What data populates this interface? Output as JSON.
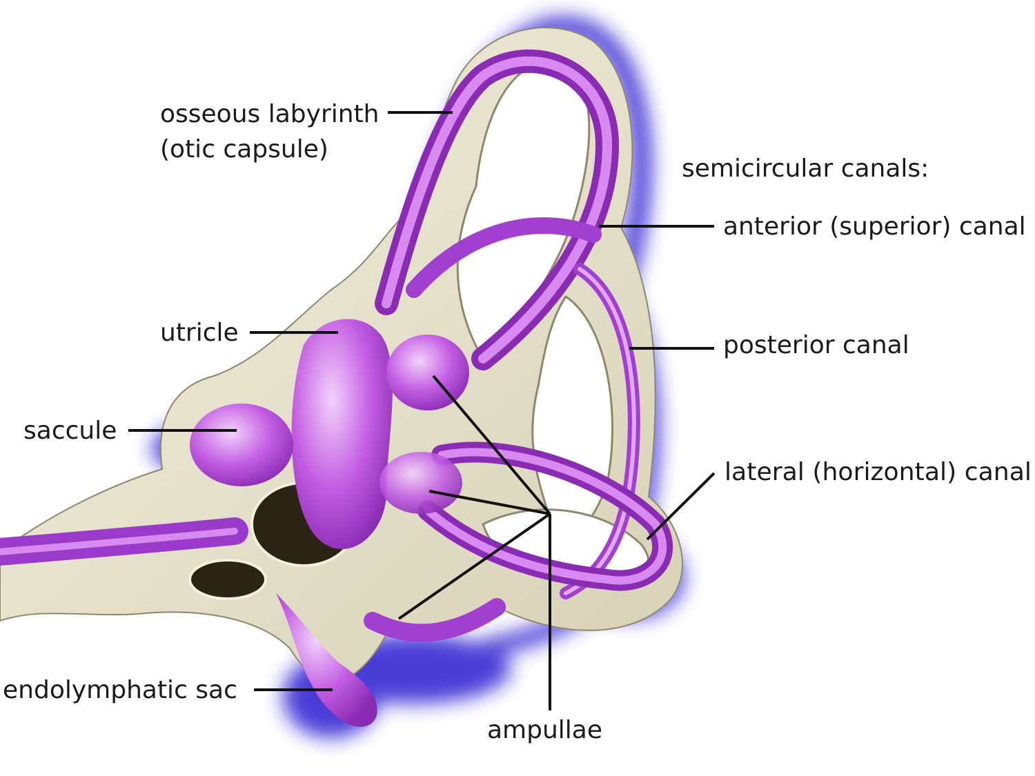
{
  "labels": {
    "osseous_line1": "osseous labyrinth",
    "osseous_line2": "(otic capsule)",
    "semicircular_heading": "semicircular canals:",
    "anterior": "anterior (superior) canal",
    "posterior": "posterior canal",
    "lateral": "lateral (horizontal) canal",
    "utricle": "utricle",
    "saccule": "saccule",
    "endolymphatic": "endolymphatic sac",
    "ampullae": "ampullae"
  },
  "colors": {
    "background": "#ffffff",
    "bone": "#eae6d2",
    "bone_shadow": "#b9b49a",
    "membrane": "#b04fd6",
    "membrane_light": "#e7b8f5",
    "shadow": "#2a1fd0",
    "leader": "#111111"
  }
}
